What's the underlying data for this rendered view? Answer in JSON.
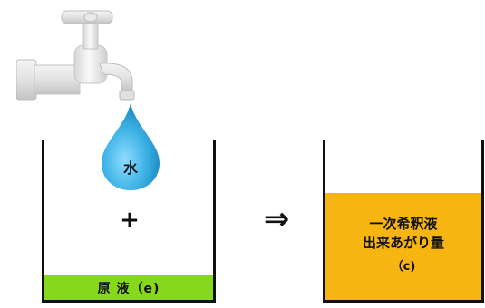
{
  "water_label": "水",
  "plus_sign": "+",
  "arrow_sign": "⇒",
  "stock_solution_label": "原 液（e)",
  "result": {
    "line1": "一次希釈液",
    "line2": "出来あがり量",
    "line3": "（c)"
  },
  "colors": {
    "water_drop": "#3fb3e6",
    "stock_solution": "#86d81c",
    "result_solution": "#f7b512",
    "container_outline": "#111111"
  },
  "icons": [
    "faucet-icon",
    "water-drop-icon"
  ]
}
